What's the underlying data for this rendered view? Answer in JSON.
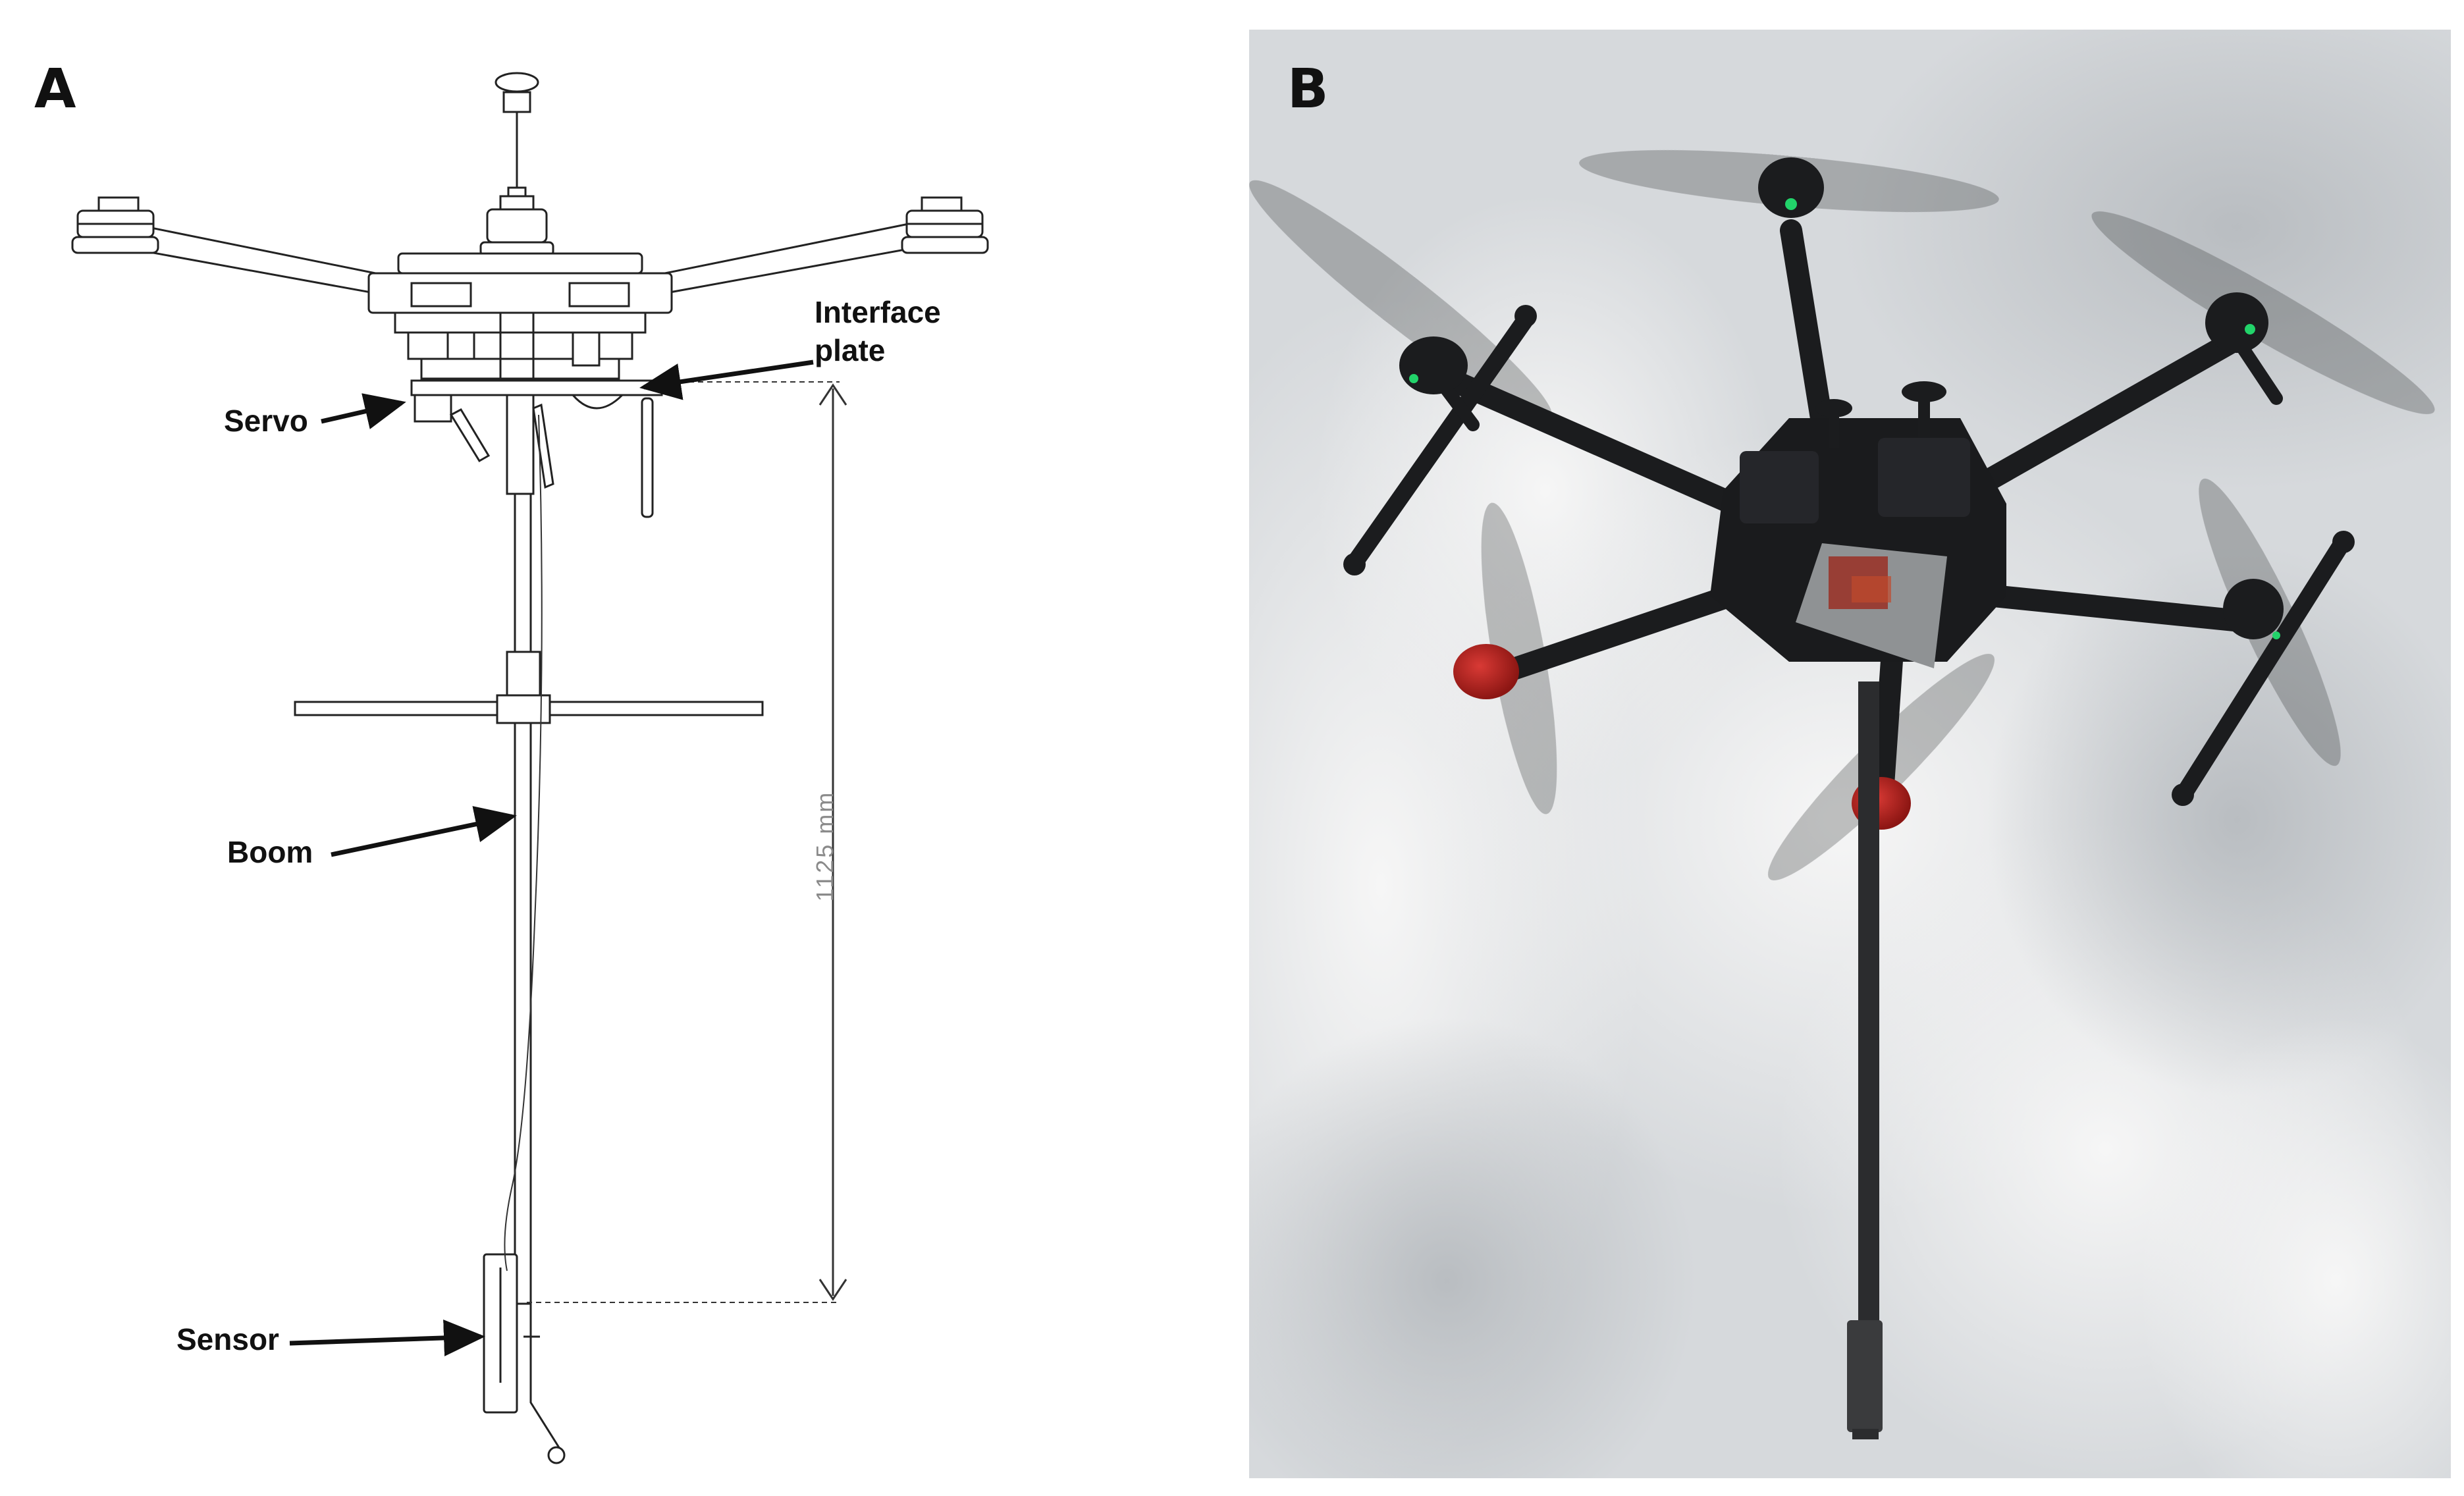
{
  "panel_a": {
    "letter": "A",
    "labels": {
      "servo": "Servo",
      "interface_plate_line1": "Interface",
      "interface_plate_line2": "plate",
      "boom": "Boom",
      "sensor": "Sensor"
    },
    "dimension": "1125 mm"
  },
  "panel_b": {
    "letter": "B"
  },
  "colors": {
    "line": "#1a1a1a",
    "sky": "#d9dcdf",
    "frame": "#1b1c1e",
    "motor_red": "#b3201d",
    "led_green": "#22d36a"
  }
}
